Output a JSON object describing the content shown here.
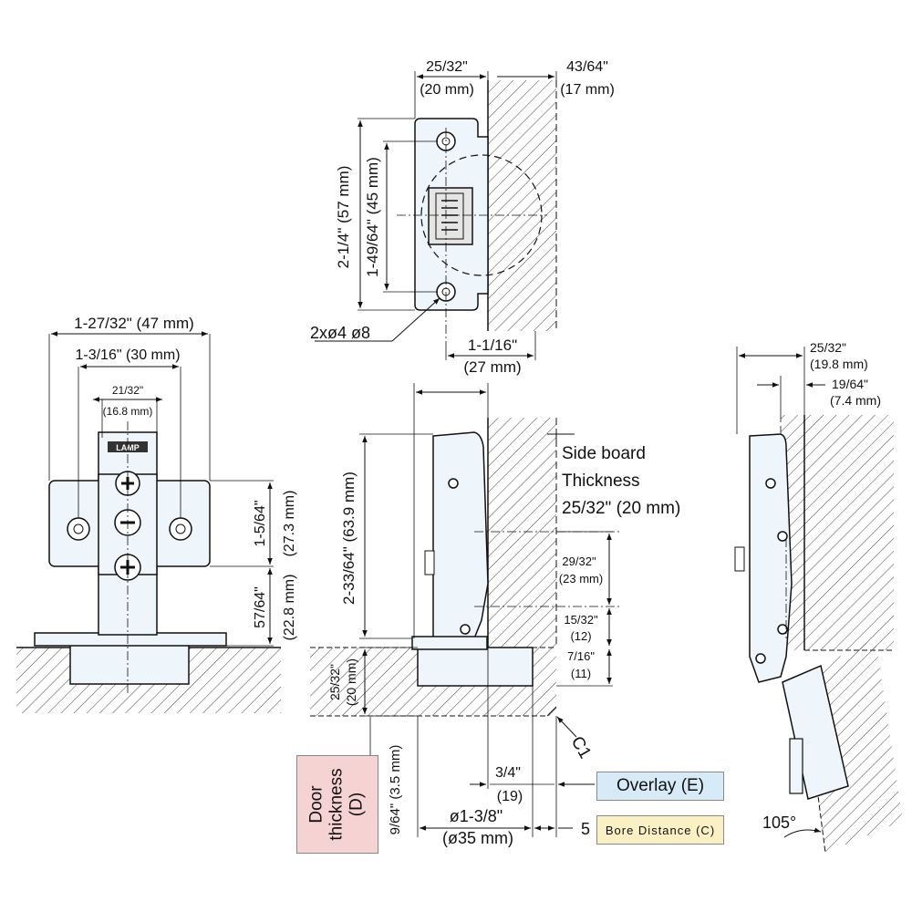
{
  "colors": {
    "line": "#1a1a1a",
    "part_fill": "#eef5fb",
    "door_label_bg": "#f6d3d3",
    "overlay_bg": "#d6eaf8",
    "bore_bg": "#fbf0c4"
  },
  "top_view": {
    "width_in": "25/32\"",
    "width_mm": "(20 mm)",
    "side_in": "43/64\"",
    "side_mm": "(17 mm)",
    "height_total": "2-1/4\" (57 mm)",
    "hole_spacing": "1-49/64\" (45 mm)",
    "holes": "2xø4 ø8",
    "depth_in": "1-1/16\"",
    "depth_mm": "(27 mm)"
  },
  "front_view": {
    "total_width": "1-27/32\" (47 mm)",
    "hole_span": "1-3/16\" (30 mm)",
    "center_in": "21/32\"",
    "center_mm": "(16.8 mm)",
    "upper_height_in": "1-5/64\"",
    "upper_height_mm": "(27.3 mm)",
    "lower_height_in": "57/64\"",
    "lower_height_mm": "(22.8 mm)",
    "brand": "LAMP"
  },
  "side_view": {
    "height_in": "2-33/64\" (63.9 mm)",
    "side_board_line1": "Side board",
    "side_board_line2": "Thickness",
    "side_board_line3": "25/32\" (20 mm)",
    "dim_a_in": "29/32\"",
    "dim_a_mm": "(23 mm)",
    "dim_b_in": "15/32\"",
    "dim_b_mm": "(12)",
    "dim_c_in": "7/16\"",
    "dim_c_mm": "(11)",
    "door_in": "25/32\"",
    "door_mm": "(20 mm)",
    "c1": "C1",
    "overlay_in": "3/4\"",
    "overlay_mm": "(19)",
    "bore_dia_in": "ø1-3/8\"",
    "bore_dia_mm": "(ø35 mm)",
    "bore_value": "5",
    "door_thk_in": "9/64\" (3.5 mm)"
  },
  "open_view": {
    "w1_in": "25/32\"",
    "w1_mm": "(19.8 mm)",
    "w2_in": "19/64\"",
    "w2_mm": "(7.4 mm)",
    "angle": "105°"
  },
  "labels": {
    "door_thickness_line1": "Door",
    "door_thickness_line2": "thickness",
    "door_thickness_line3": "(D)",
    "overlay": "Overlay (E)",
    "bore_distance": "Bore Distance (C)"
  }
}
